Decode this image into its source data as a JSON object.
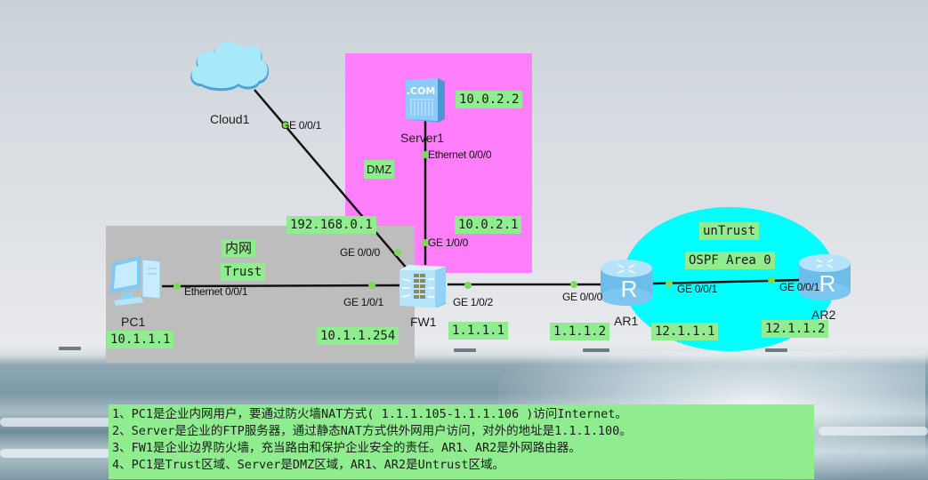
{
  "zones": {
    "dmz": {
      "label": "DMZ",
      "color": "#ff7ef9"
    },
    "trust": {
      "label_cn": "内网",
      "label": "Trust",
      "color": "#bdbdbd"
    },
    "untrust": {
      "label": "unTrust",
      "sublabel": "OSPF Area 0",
      "color": "#00ffff"
    }
  },
  "devices": {
    "cloud1": {
      "name": "Cloud1",
      "icon": "cloud-icon"
    },
    "server1": {
      "name": "Server1",
      "icon": "server-icon",
      "icon_text": ".COM",
      "ip": "10.0.2.2"
    },
    "pc1": {
      "name": "PC1",
      "icon": "pc-icon",
      "ip": "10.1.1.1"
    },
    "fw1": {
      "name": "FW1",
      "icon": "firewall-icon"
    },
    "ar1": {
      "name": "AR1",
      "icon": "router-icon",
      "icon_text": "R",
      "ip": "1.1.1.2",
      "ip2": "12.1.1.1"
    },
    "ar2": {
      "name": "AR2",
      "icon": "router-icon",
      "icon_text": "R",
      "ip": "12.1.1.2"
    }
  },
  "interfaces": {
    "cloud_ge001": "GE 0/0/1",
    "server_eth000": "Ethernet 0/0/0",
    "fw_ge000": "GE 0/0/0",
    "fw_ge100": "GE 1/0/0",
    "fw_ge101": "GE 1/0/1",
    "fw_ge102": "GE 1/0/2",
    "pc_eth001": "Ethernet 0/0/1",
    "ar1_ge000": "GE 0/0/0",
    "ar1_ge001": "GE 0/0/1",
    "ar2_ge001": "GE 0/0/1"
  },
  "ip_labels": {
    "fw_ge000": "192.168.0.1",
    "fw_ge100": "10.0.2.1",
    "fw_ge101": "10.1.1.254",
    "fw_ge102": "1.1.1.1"
  },
  "notes": [
    "1、PC1是企业内网用户，要通过防火墙NAT方式( 1.1.1.105-1.1.1.106 )访问Internet。",
    "2、Server是企业的FTP服务器，通过静态NAT方式供外网用户访问，对外的地址是1.1.1.100。",
    "3、FW1是企业边界防火墙，充当路由和保护企业安全的责任。AR1、AR2是外网路由器。",
    "4、PC1是Trust区域、Server是DMZ区域，AR1、AR2是Untrust区域。"
  ]
}
